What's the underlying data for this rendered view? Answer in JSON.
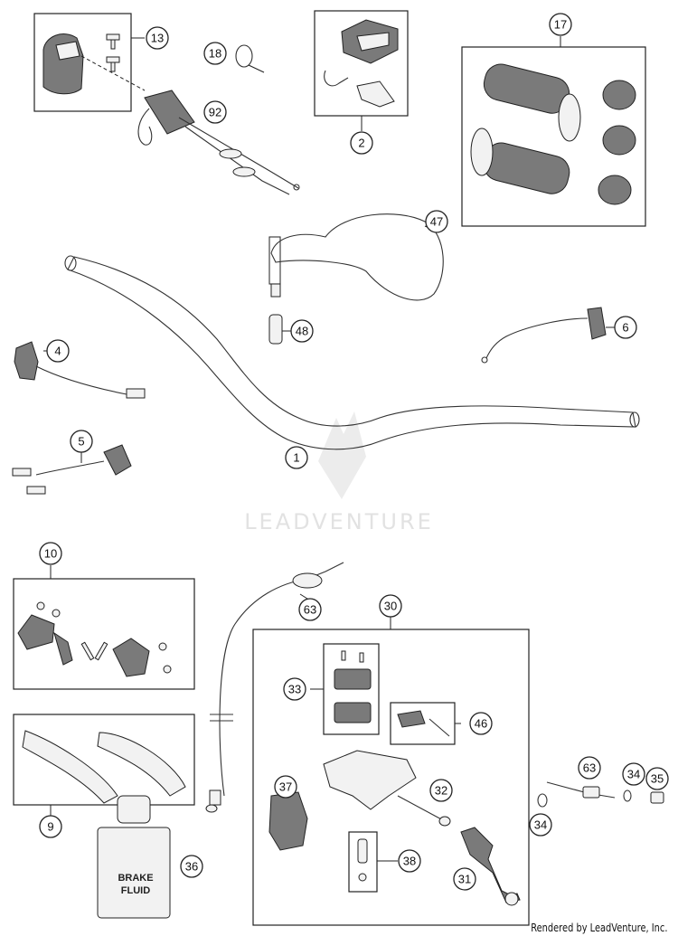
{
  "watermark": "LEADVENTURE",
  "footer": "Rendered by LeadVenture, Inc.",
  "container_label": [
    "BRAKE",
    "FLUID"
  ],
  "callouts": {
    "c1": "1",
    "c2": "2",
    "c4": "4",
    "c5": "5",
    "c6": "6",
    "c9": "9",
    "c10": "10",
    "c13": "13",
    "c17": "17",
    "c18": "18",
    "c30": "30",
    "c31": "31",
    "c32": "32",
    "c33": "33",
    "c34a": "34",
    "c34b": "34",
    "c35": "35",
    "c36": "36",
    "c37": "37",
    "c38": "38",
    "c46": "46",
    "c47": "47",
    "c48": "48",
    "c63a": "63",
    "c63b": "63",
    "c92": "92"
  }
}
